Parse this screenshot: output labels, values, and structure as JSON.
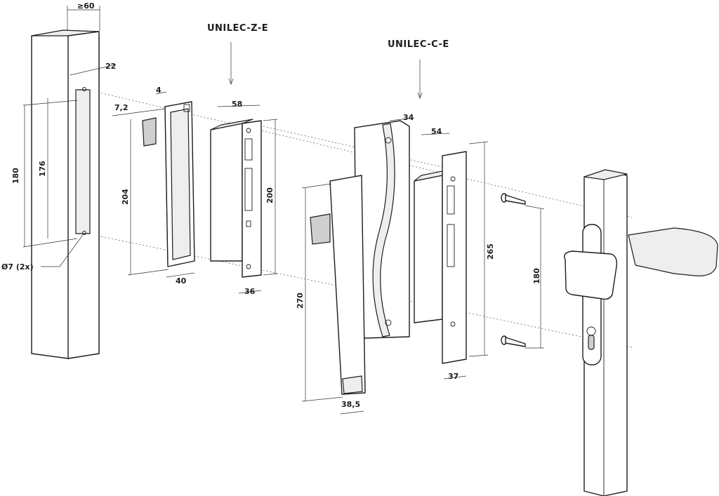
{
  "titles": {
    "unilec_z": "UNILEC-Z-E",
    "unilec_c": "UNILEC-C-E"
  },
  "dimensions": {
    "post_width": "≥60",
    "post_depth": "22",
    "post_height_outer": "180",
    "post_height_inner": "176",
    "hole_diameter": "Ø7 (2x)",
    "plate_thickness": "4",
    "plate_offset": "7,2",
    "plate_height": "204",
    "plate_width": "40",
    "lock_z_depth": "58",
    "lock_z_height": "200",
    "lock_z_width": "36",
    "bracket_depth": "34",
    "lock_c_depth": "54",
    "bracket_height": "270",
    "bracket_width": "38,5",
    "lock_c_height": "265",
    "lock_c_width": "37",
    "screw_spacing": "180"
  }
}
